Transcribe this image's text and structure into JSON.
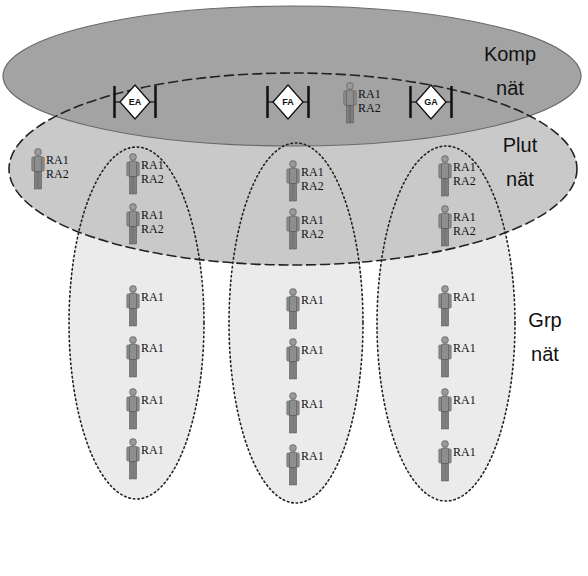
{
  "diagram": {
    "nodes": [
      {
        "text": [
          "Komp nät"
        ]
      },
      {
        "text": [
          "EA"
        ],
        "in": 0
      },
      {
        "text": [
          "FA"
        ],
        "in": 0
      },
      {
        "text": [
          "RA1",
          "RA2"
        ],
        "in": 0
      },
      {
        "text": [
          "GA"
        ],
        "in": 0
      },
      {
        "text": [
          "Plut nät"
        ]
      },
      {
        "text": [
          "RA1",
          "RA2"
        ],
        "in": 5
      },
      {},
      {
        "text": [
          "RA1",
          "RA2"
        ],
        "in": 7
      },
      {
        "text": [
          "RA1",
          "RA2"
        ],
        "in": 7
      },
      {
        "text": [
          "RA1"
        ],
        "in": 7
      },
      {
        "text": [
          "RA1"
        ],
        "in": 7
      },
      {
        "text": [
          "RA1"
        ],
        "in": 7
      },
      {
        "text": [
          "RA1"
        ],
        "in": 7
      },
      {},
      {
        "text": [
          "RA1",
          "RA2"
        ],
        "in": 14
      },
      {
        "text": [
          "RA1",
          "RA2"
        ],
        "in": 14
      },
      {
        "text": [
          "RA1"
        ],
        "in": 14
      },
      {
        "text": [
          "RA1"
        ],
        "in": 14
      },
      {
        "text": [
          "RA1"
        ],
        "in": 14
      },
      {
        "text": [
          "RA1"
        ],
        "in": 14
      },
      {
        "text": [
          "Grp nät"
        ]
      },
      {
        "text": [
          "RA1",
          "RA2"
        ],
        "in": 21
      },
      {
        "text": [
          "RA1",
          "RA2"
        ],
        "in": 21
      },
      {
        "text": [
          "RA1"
        ],
        "in": 21
      },
      {
        "text": [
          "RA1"
        ],
        "in": 21
      },
      {
        "text": [
          "RA1"
        ],
        "in": 21
      },
      {
        "text": [
          "RA1"
        ],
        "in": 21
      }
    ]
  }
}
